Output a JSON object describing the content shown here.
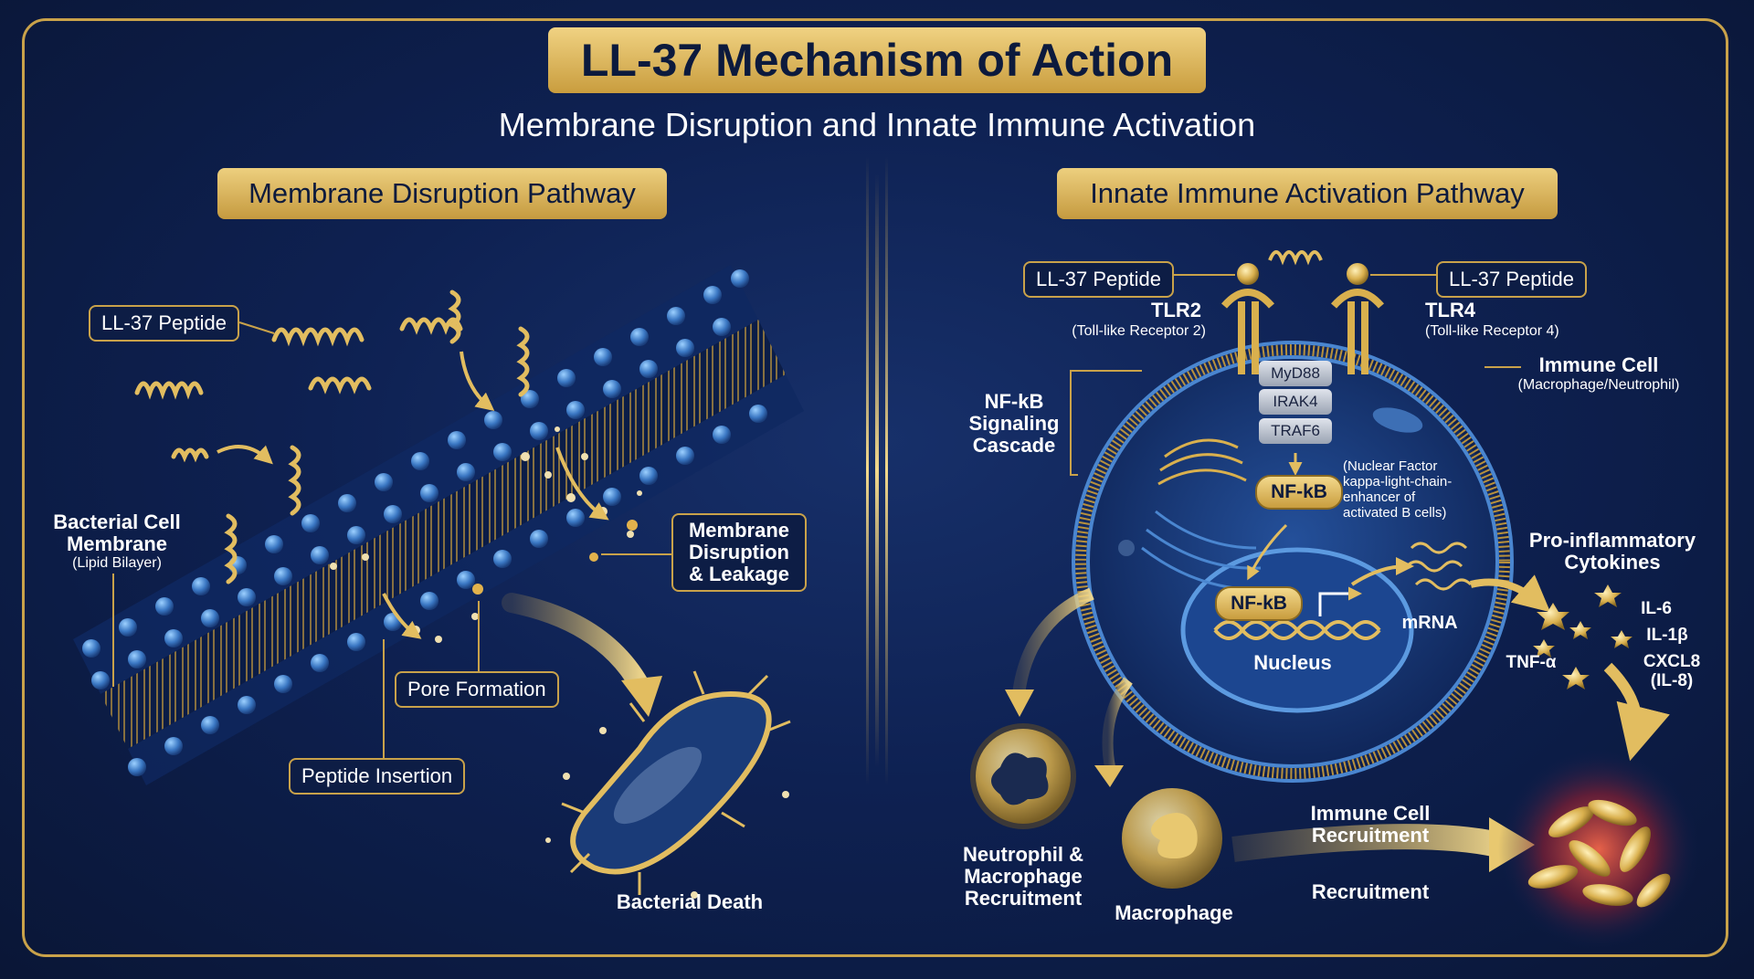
{
  "title": "LL-37 Mechanism of Action",
  "subtitle": "Membrane Disruption and Innate Immune Activation",
  "left": {
    "heading": "Membrane Disruption Pathway",
    "peptide_label": "LL-37 Peptide",
    "membrane_label_line1": "Bacterial Cell",
    "membrane_label_line2": "Membrane",
    "membrane_sub": "(Lipid Bilayer)",
    "disruption_line1": "Membrane",
    "disruption_line2": "Disruption",
    "disruption_line3": "& Leakage",
    "pore_label": "Pore Formation",
    "insertion_label": "Peptide Insertion",
    "death_label": "Bacterial Death"
  },
  "right": {
    "heading": "Innate Immune Activation Pathway",
    "peptide_left": "LL-37 Peptide",
    "peptide_right": "LL-37 Peptide",
    "tlr2": "TLR2",
    "tlr2_sub": "(Toll-like Receptor 2)",
    "tlr4": "TLR4",
    "tlr4_sub": "(Toll-like Receptor 4)",
    "immune_cell": "Immune Cell",
    "immune_cell_sub": "(Macrophage/Neutrophil)",
    "cascade_line1": "NF-kB",
    "cascade_line2": "Signaling",
    "cascade_line3": "Cascade",
    "myd88": "MyD88",
    "irak4": "IRAK4",
    "traf6": "TRAF6",
    "nfkb": "NF-kB",
    "nfkb_desc_line1": "(Nuclear Factor",
    "nfkb_desc_line2": "kappa-light-chain-",
    "nfkb_desc_line3": "enhancer of",
    "nfkb_desc_line4": "activated B cells)",
    "nfkb_nucleus": "NF-kB",
    "nucleus": "Nucleus",
    "mrna": "mRNA",
    "cytokines_line1": "Pro-inflammatory",
    "cytokines_line2": "Cytokines",
    "il6": "IL-6",
    "il1b": "IL-1β",
    "tnfa": "TNF-α",
    "cxcl8_line1": "CXCL8",
    "cxcl8_line2": "(IL-8)",
    "neutrophil_line1": "Neutrophil &",
    "neutrophil_line2": "Macrophage",
    "neutrophil_line3": "Recruitment",
    "macrophage": "Macrophage",
    "recruit_line1": "Immune Cell",
    "recruit_line2": "Recruitment",
    "recruitment": "Recruitment"
  },
  "colors": {
    "gold": "#c9a24a",
    "navy": "#0d1d45",
    "membrane_blue": "#3d7cc9"
  }
}
